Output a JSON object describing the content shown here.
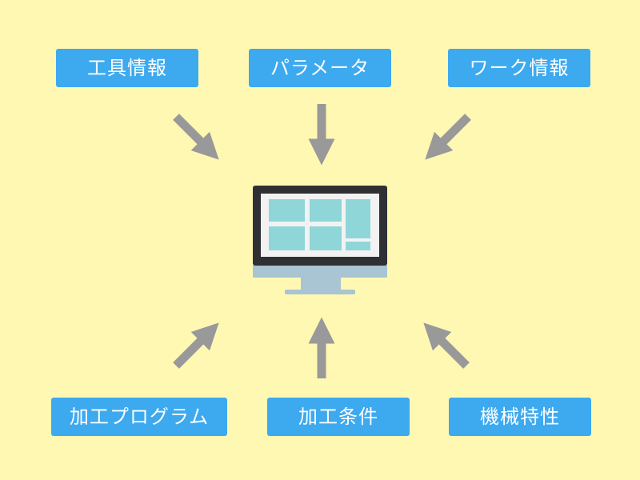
{
  "background_color": "#FFF8B3",
  "box_color": "#3DA9EF",
  "arrow_color": "#999999",
  "inputs_top": [
    {
      "id": "tool-info",
      "label": "工具情報"
    },
    {
      "id": "parameters",
      "label": "パラメータ"
    },
    {
      "id": "work-info",
      "label": "ワーク情報"
    }
  ],
  "inputs_bottom": [
    {
      "id": "machining-program",
      "label": "加工プログラム"
    },
    {
      "id": "machining-conditions",
      "label": "加工条件"
    },
    {
      "id": "machine-characteristics",
      "label": "機械特性"
    }
  ],
  "center_device": {
    "icon": "monitor-icon",
    "bezel_color": "#2F3033",
    "screen_color": "#F2F2F2",
    "panel_color": "#8FD6D8",
    "chin_color": "#A9C4D2",
    "stand_color": "#A9C4D2"
  }
}
